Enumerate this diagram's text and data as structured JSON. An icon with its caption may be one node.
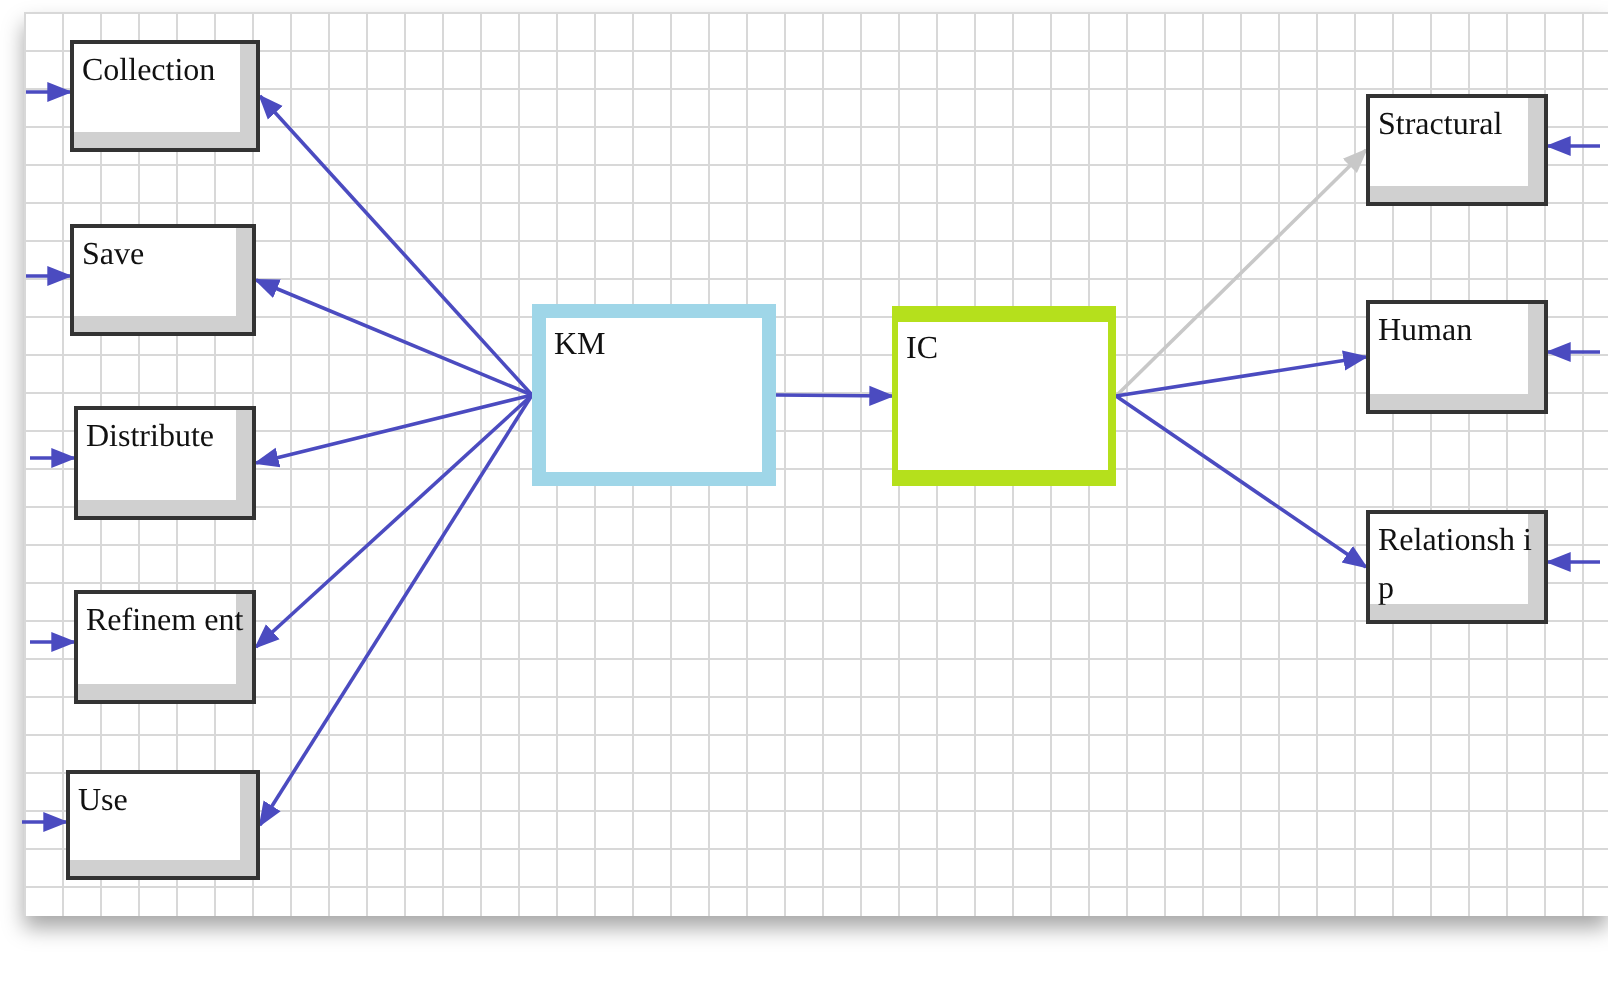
{
  "diagram": {
    "nodes": [
      {
        "text": [
          "Collection"
        ]
      },
      {
        "text": [
          "Save"
        ]
      },
      {
        "text": [
          "Distribute"
        ]
      },
      {
        "text": [
          "Refinem ent"
        ]
      },
      {
        "text": [
          "Use"
        ]
      },
      {
        "text": [
          "KM"
        ]
      },
      {
        "text": [
          "IC"
        ]
      },
      {
        "text": [
          "Stractural"
        ]
      },
      {
        "text": [
          "Human"
        ]
      },
      {
        "text": [
          "Relationsh ip"
        ]
      }
    ],
    "edges": [
      {
        "from": 5,
        "to": 0,
        "arrow": "to"
      },
      {
        "from": 5,
        "to": 1,
        "arrow": "to"
      },
      {
        "from": 5,
        "to": 2,
        "arrow": "to"
      },
      {
        "from": 5,
        "to": 3,
        "arrow": "to"
      },
      {
        "from": 5,
        "to": 4,
        "arrow": "to"
      },
      {
        "from": 5,
        "to": 6,
        "arrow": "to"
      },
      {
        "from": 6,
        "to": 7,
        "arrow": "to",
        "color": "#c8c8c8"
      },
      {
        "from": 6,
        "to": 8,
        "arrow": "to"
      },
      {
        "from": 6,
        "to": 9,
        "arrow": "to"
      },
      {
        "from": null,
        "to": 0,
        "arrow": "to"
      },
      {
        "from": null,
        "to": 1,
        "arrow": "to"
      },
      {
        "from": null,
        "to": 2,
        "arrow": "to"
      },
      {
        "from": null,
        "to": 3,
        "arrow": "to"
      },
      {
        "from": null,
        "to": 4,
        "arrow": "to"
      },
      {
        "from": null,
        "to": 7,
        "arrow": "to"
      },
      {
        "from": null,
        "to": 8,
        "arrow": "to"
      },
      {
        "from": null,
        "to": 9,
        "arrow": "to"
      }
    ]
  }
}
